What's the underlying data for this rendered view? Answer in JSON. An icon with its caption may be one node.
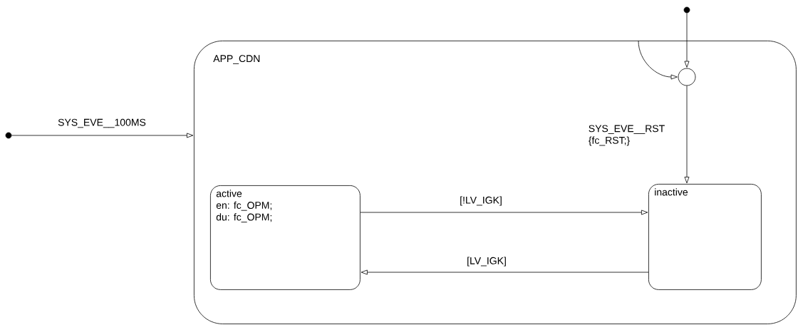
{
  "diagram": {
    "nodes": [
      {
        "text": [
          "APP_CDN"
        ]
      },
      {
        "text": [
          "active",
          "en: fc_OPM;",
          "du: fc_OPM;"
        ],
        "in": 0
      },
      {
        "text": [
          "inactive"
        ],
        "in": 0
      },
      {
        "text": [],
        "shape": "circle",
        "in": 0
      },
      {
        "text": [],
        "shape": "circle"
      },
      {
        "text": [],
        "shape": "circle"
      }
    ],
    "edges": [
      {
        "from": 4,
        "to": 0,
        "arrow": "to",
        "label": "SYS_EVE__100MS"
      },
      {
        "from": 5,
        "to": 3,
        "arrow": "to"
      },
      {
        "from": 0,
        "to": 3,
        "arrow": "to"
      },
      {
        "from": 3,
        "to": 2,
        "arrow": "to",
        "label": "SYS_EVE__RST {fc_RST;}"
      },
      {
        "from": 1,
        "to": 2,
        "arrow": "to",
        "label": "[!LV_IGK]"
      },
      {
        "from": 2,
        "to": 1,
        "arrow": "to",
        "label": "[LV_IGK]"
      }
    ]
  }
}
